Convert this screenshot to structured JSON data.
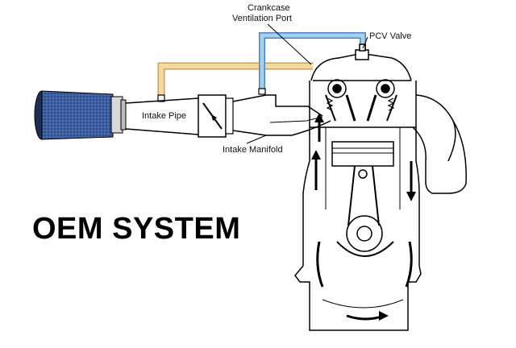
{
  "diagram": {
    "title": "OEM SYSTEM",
    "labels": {
      "crankcase_port_line1": "Crankcase",
      "crankcase_port_line2": "Ventilation Port",
      "pcv_valve": "PCV Valve",
      "intake_pipe": "Intake Pipe",
      "intake_manifold": "Intake Manifold"
    },
    "colors": {
      "fresh_air_hose": "#f6d9a0",
      "fresh_air_hose_edge": "#c9a15c",
      "pcv_hose": "#a9cff0",
      "pcv_hose_edge": "#4b86c0",
      "air_filter": "#2f4f8f",
      "line": "#000000"
    },
    "icons": [
      "air-filter-icon",
      "throttle-body-icon",
      "engine-cutaway-icon"
    ]
  }
}
